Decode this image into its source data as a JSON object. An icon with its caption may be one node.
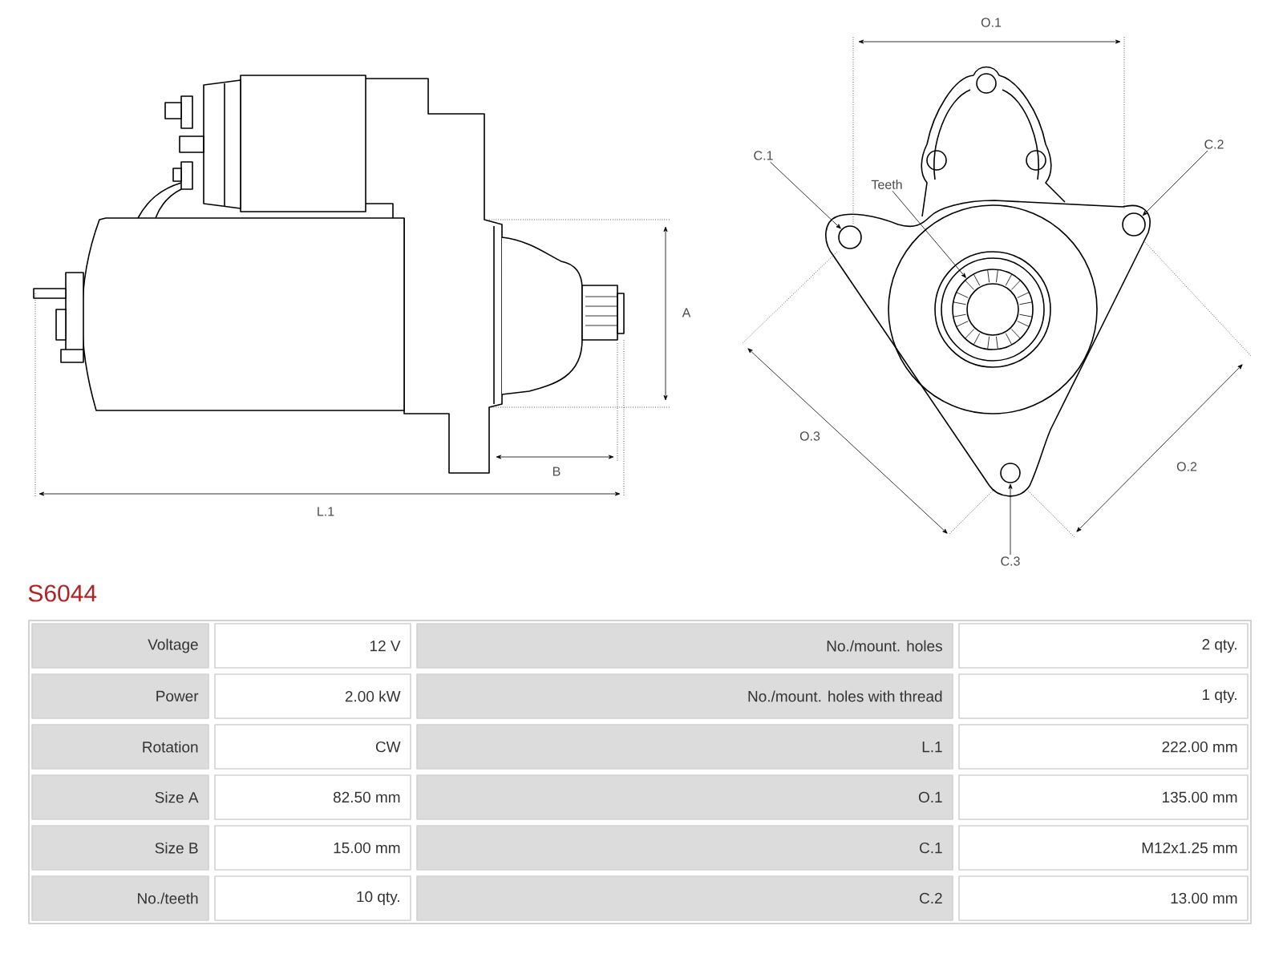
{
  "diagram": {
    "title": "S6044",
    "nodes": [
      {
        "text": [
          "C.1"
        ]
      },
      {
        "text": [
          "Teeth"
        ]
      },
      {
        "text": [
          "C.2"
        ]
      },
      {
        "text": [
          "C.3"
        ]
      },
      {
        "text": [],
        "shape": "circle"
      },
      {
        "text": [],
        "shape": "circle"
      },
      {
        "text": [],
        "shape": "circle"
      },
      {
        "text": [],
        "shape": "circle"
      }
    ],
    "edges": [
      {
        "from": 0,
        "to": 4,
        "arrow": "to"
      },
      {
        "from": 1,
        "to": 5,
        "arrow": "to"
      },
      {
        "from": 2,
        "to": 7,
        "arrow": "to"
      },
      {
        "from": 3,
        "to": 6,
        "arrow": "to"
      }
    ],
    "labels": [
      "A",
      "B",
      "L.1",
      "O.1",
      "O.3",
      "O.2",
      "Voltage",
      "12 V",
      "No./mount. holes",
      "2 qty.",
      "Power",
      "2.00 kW",
      "No./mount. holes with thread",
      "1 qty.",
      "Rotation",
      "CW",
      "L.1",
      "222.00 mm",
      "Size A",
      "82.50 mm",
      "O.1",
      "135.00 mm",
      "Size B",
      "15.00 mm",
      "C.1",
      "M12x1.25 mm",
      "No./teeth",
      "10 qty.",
      "C.2",
      "13.00 mm"
    ]
  }
}
